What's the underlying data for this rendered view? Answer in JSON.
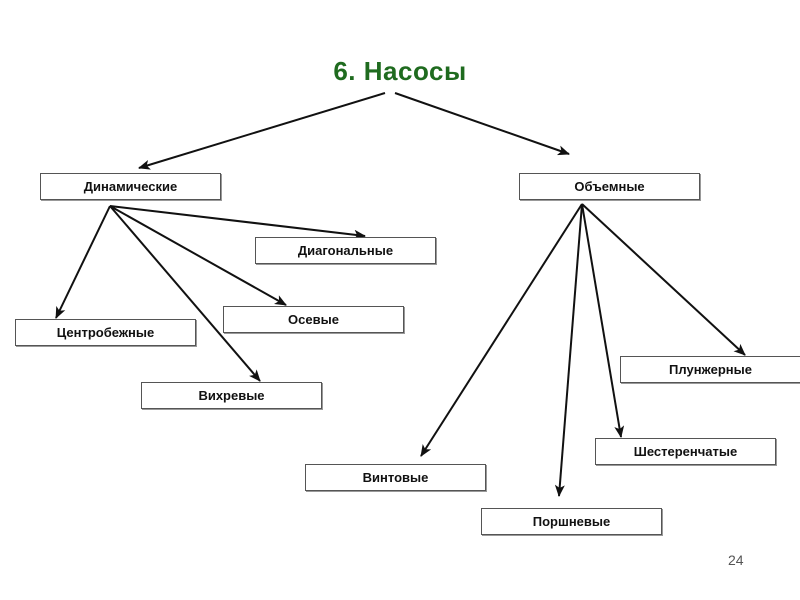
{
  "title": "6. Насосы",
  "colors": {
    "title": "#1f6b1f",
    "line": "#111111"
  },
  "nodes": {
    "dynamic": "Динамические",
    "volumetric": "Объемные",
    "diagonal": "Диагональные",
    "axial": "Осевые",
    "centrifugal": "Центробежные",
    "vortex": "Вихревые",
    "plunger": "Плунжерные",
    "gear": "Шестеренчатые",
    "screw": "Винтовые",
    "piston": "Поршневые"
  },
  "page_number": "24"
}
